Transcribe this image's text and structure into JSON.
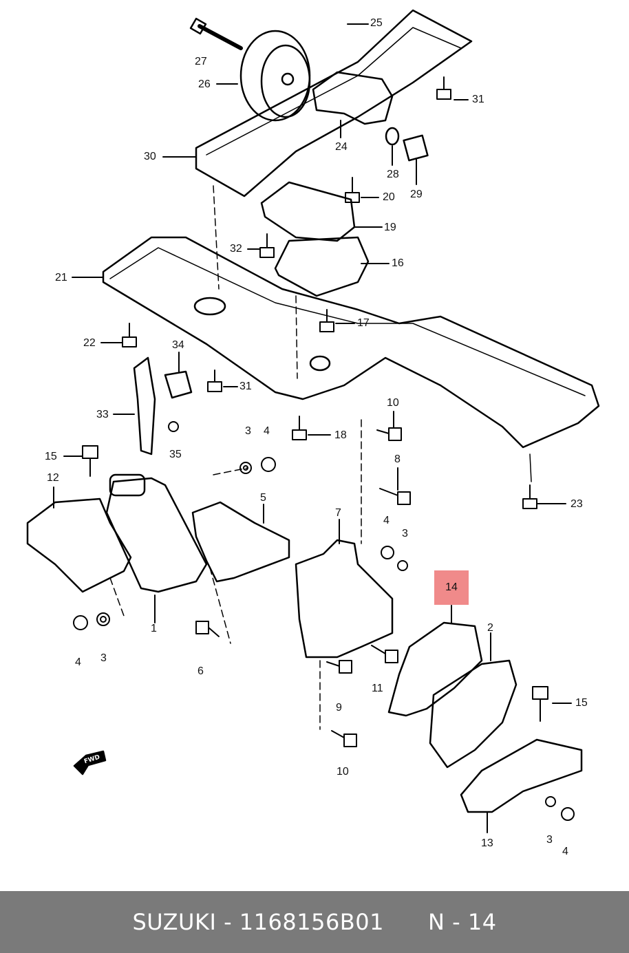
{
  "diagram": {
    "callouts": [
      {
        "id": "c25",
        "label": "25"
      },
      {
        "id": "c27",
        "label": "27"
      },
      {
        "id": "c26",
        "label": "26"
      },
      {
        "id": "c31a",
        "label": "31"
      },
      {
        "id": "c30",
        "label": "30"
      },
      {
        "id": "c24",
        "label": "24"
      },
      {
        "id": "c28",
        "label": "28"
      },
      {
        "id": "c29",
        "label": "29"
      },
      {
        "id": "c20",
        "label": "20"
      },
      {
        "id": "c19",
        "label": "19"
      },
      {
        "id": "c32",
        "label": "32"
      },
      {
        "id": "c16",
        "label": "16"
      },
      {
        "id": "c21",
        "label": "21"
      },
      {
        "id": "c17",
        "label": "17"
      },
      {
        "id": "c22",
        "label": "22"
      },
      {
        "id": "c34",
        "label": "34"
      },
      {
        "id": "c31b",
        "label": "31"
      },
      {
        "id": "c33",
        "label": "33"
      },
      {
        "id": "c10a",
        "label": "10"
      },
      {
        "id": "c18",
        "label": "18"
      },
      {
        "id": "c3a",
        "label": "3"
      },
      {
        "id": "c4a",
        "label": "4"
      },
      {
        "id": "c35",
        "label": "35"
      },
      {
        "id": "c15a",
        "label": "15"
      },
      {
        "id": "c8",
        "label": "8"
      },
      {
        "id": "c12",
        "label": "12"
      },
      {
        "id": "c5",
        "label": "5"
      },
      {
        "id": "c23",
        "label": "23"
      },
      {
        "id": "c7",
        "label": "7"
      },
      {
        "id": "c4b",
        "label": "4"
      },
      {
        "id": "c3b",
        "label": "3"
      },
      {
        "id": "c14",
        "label": "14"
      },
      {
        "id": "c1",
        "label": "1"
      },
      {
        "id": "c2",
        "label": "2"
      },
      {
        "id": "c4c",
        "label": "4"
      },
      {
        "id": "c3c",
        "label": "3"
      },
      {
        "id": "c6",
        "label": "6"
      },
      {
        "id": "c11",
        "label": "11"
      },
      {
        "id": "c9",
        "label": "9"
      },
      {
        "id": "c15b",
        "label": "15"
      },
      {
        "id": "c10b",
        "label": "10"
      },
      {
        "id": "c13",
        "label": "13"
      },
      {
        "id": "c3d",
        "label": "3"
      },
      {
        "id": "c4d",
        "label": "4"
      }
    ],
    "fwd_marker": "FWD",
    "highlight_color": "#f08a8a"
  },
  "footer": {
    "brand": "SUZUKI",
    "separator": " - ",
    "part_number": "1168156B01",
    "position_code": "N - 14",
    "background": "#7a7a7a"
  }
}
